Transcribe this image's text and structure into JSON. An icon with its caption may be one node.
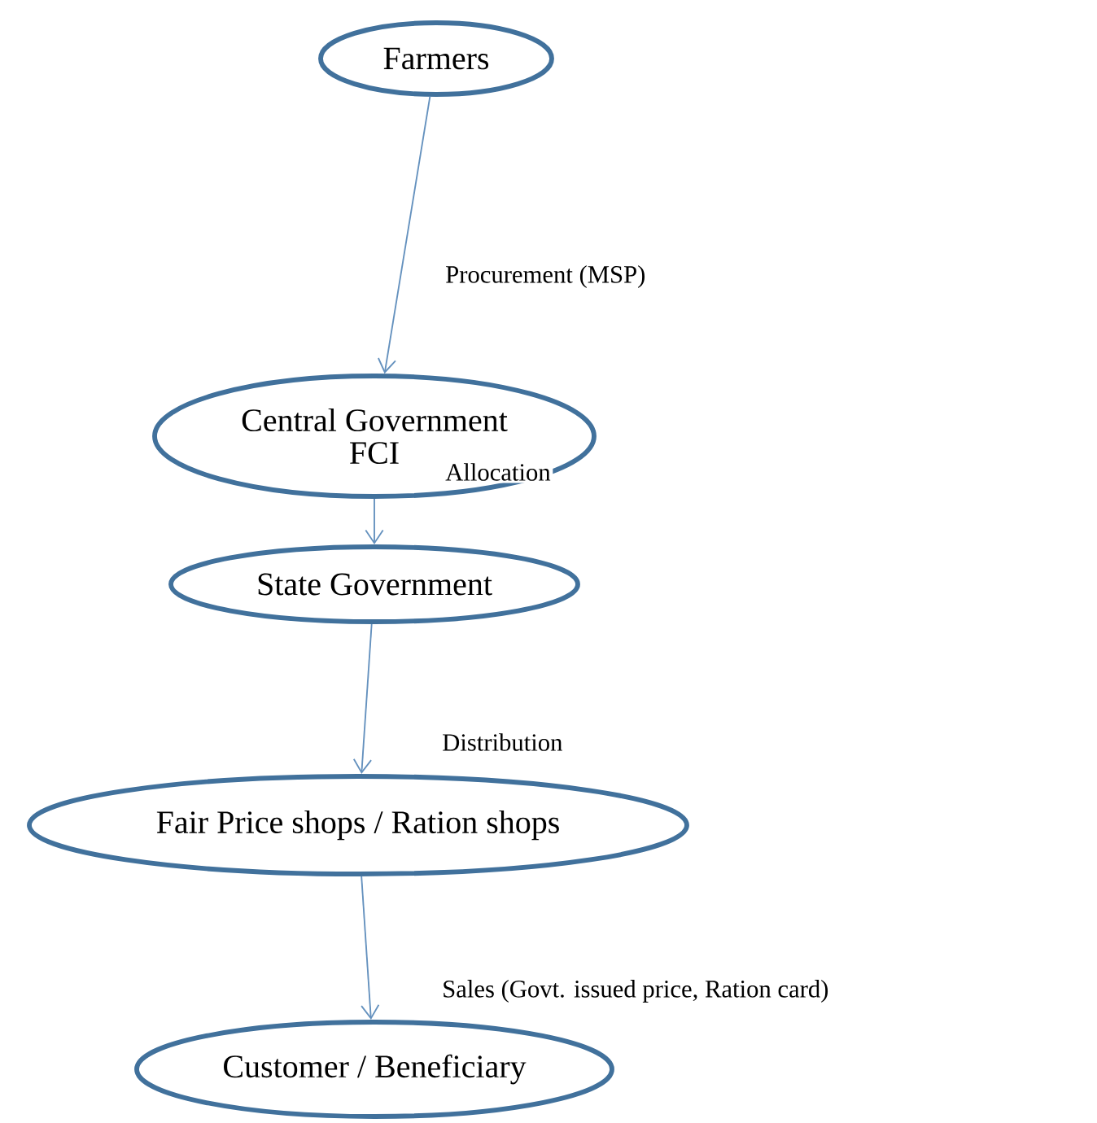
{
  "diagram": {
    "nodes": [
      {
        "text": [
          "Farmers"
        ]
      },
      {
        "text": [
          "Central Government",
          "FCI"
        ]
      },
      {
        "text": [
          "State Government"
        ]
      },
      {
        "text": [
          "Fair Price shops / Ration shops"
        ]
      },
      {
        "text": [
          "Customer / Beneficiary"
        ]
      }
    ],
    "edges": [
      {
        "from": 0,
        "to": 1,
        "arrow": "to",
        "label": "Procurement (MSP)"
      },
      {
        "from": 1,
        "to": 2,
        "arrow": "to",
        "label": "Allocation"
      },
      {
        "from": 2,
        "to": 3,
        "arrow": "to",
        "label": "Distribution"
      },
      {
        "from": 3,
        "to": 4,
        "arrow": "to",
        "label": "Sales (Govt. issued price, Ration card)"
      }
    ]
  }
}
